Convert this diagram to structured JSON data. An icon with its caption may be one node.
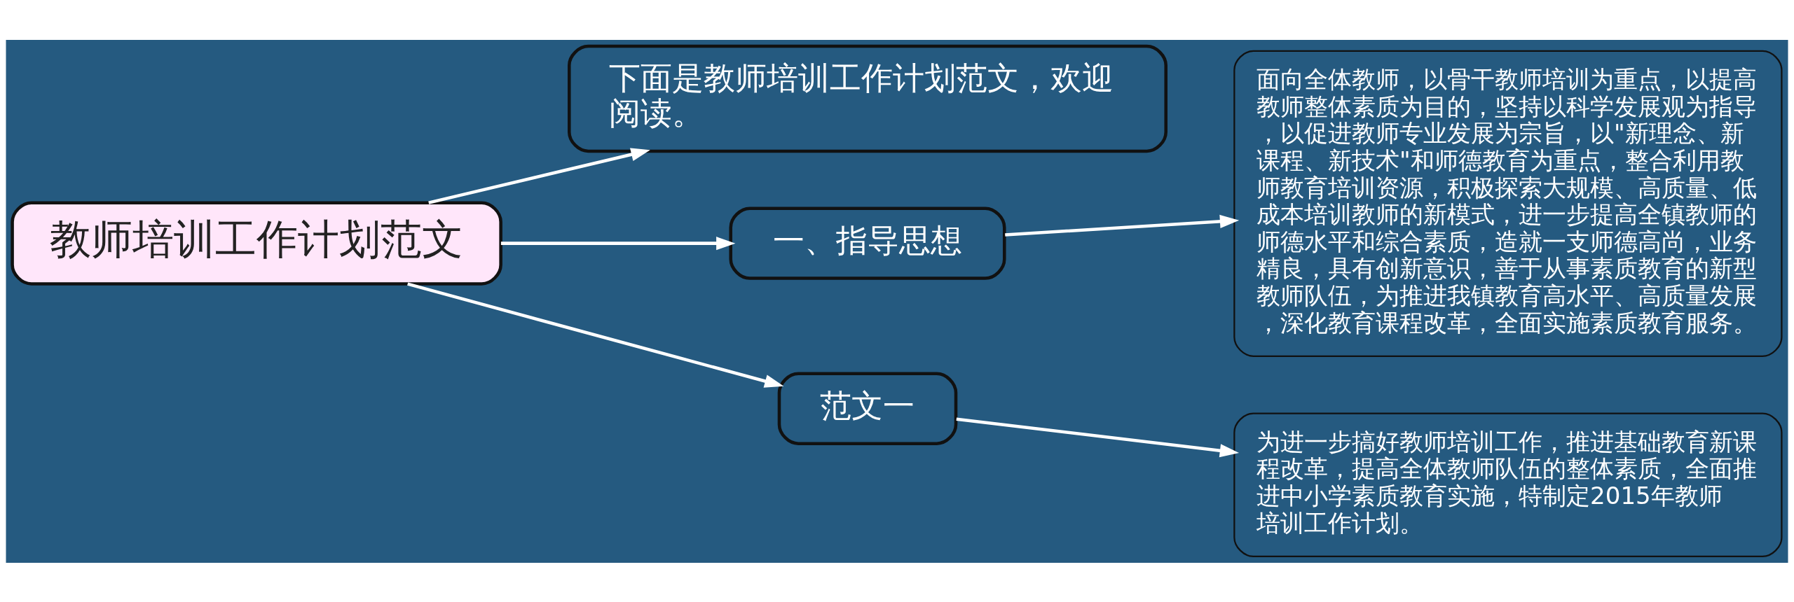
{
  "diagram": {
    "nodes": [
      {
        "text": [
          "教师培训工作计划范文"
        ]
      },
      {
        "text": [
          "下面是教师培训工作计划范文，欢迎阅读。"
        ]
      },
      {
        "text": [
          "一、指导思想"
        ]
      },
      {
        "text": [
          "面向全体教师，以骨干教师培训为重点，以提高教师整体素质为目的，坚持以科学发展观为指导，以促进教师专业发展为宗旨，以\"新理念、新课程、新技术\"和师德教育为重点，整合利用教师教育培训资源，积极探索大规模、高质量、低成本培训教师的新模式，进一步提高全镇教师的师德水平和综合素质，造就一支师德高尚，业务精良，具有创新意识，善于从事素质教育的新型教师队伍，为推进我镇教育高水平、高质量发展，深化教育课程改革，全面实施素质教育服务。"
        ]
      },
      {
        "text": [
          "范文一"
        ]
      },
      {
        "text": [
          "为进一步搞好教师培训工作，推进基础教育新课程改革，提高全体教师队伍的整体素质，全面推进中小学素质教育实施，特制定2015年教师培训工作计划。"
        ]
      }
    ],
    "edges": [
      {
        "from": 0,
        "to": 1,
        "arrow": "to"
      },
      {
        "from": 0,
        "to": 2,
        "arrow": "to"
      },
      {
        "from": 2,
        "to": 3,
        "arrow": "to"
      },
      {
        "from": 0,
        "to": 4,
        "arrow": "to"
      },
      {
        "from": 4,
        "to": 5,
        "arrow": "to"
      }
    ]
  }
}
